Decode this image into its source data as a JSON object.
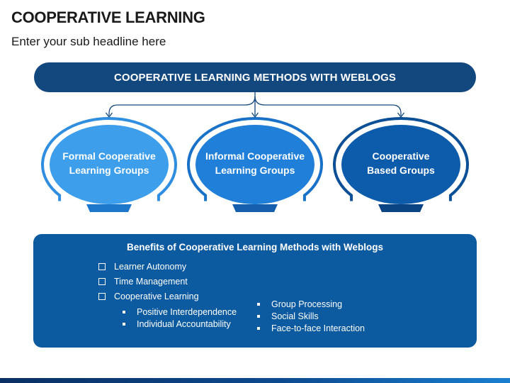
{
  "header": {
    "title": "COOPERATIVE LEARNING",
    "subtitle": "Enter your sub headline here"
  },
  "diagram": {
    "root": "COOPERATIVE LEARNING METHODS WITH WEBLOGS",
    "nodes": [
      {
        "line1": "Formal Cooperative",
        "line2": "Learning Groups",
        "fill": "#3d9eec",
        "ring": "#2f8ee0",
        "tab": "#1d78cc"
      },
      {
        "line1": "Informal Cooperative",
        "line2": "Learning Groups",
        "fill": "#1f7fd9",
        "ring": "#1a72c8",
        "tab": "#155fae"
      },
      {
        "line1": "Cooperative",
        "line2": "Based Groups",
        "fill": "#0d5cab",
        "ring": "#0b4f96",
        "tab": "#0a4482"
      }
    ],
    "connector_color": "#13487e"
  },
  "benefits": {
    "title": "Benefits of Cooperative Learning Methods with Weblogs",
    "items": [
      "Learner Autonomy",
      "Time Management",
      "Cooperative Learning"
    ],
    "sub_items_left": [
      "Positive Interdependence",
      "Individual Accountability"
    ],
    "sub_items_right": [
      "Group Processing",
      "Social Skills",
      "Face-to-face Interaction"
    ]
  },
  "colors": {
    "banner": "#13487e",
    "benefits_panel": "#0c5a9f",
    "title_text": "#1a1a1a"
  }
}
